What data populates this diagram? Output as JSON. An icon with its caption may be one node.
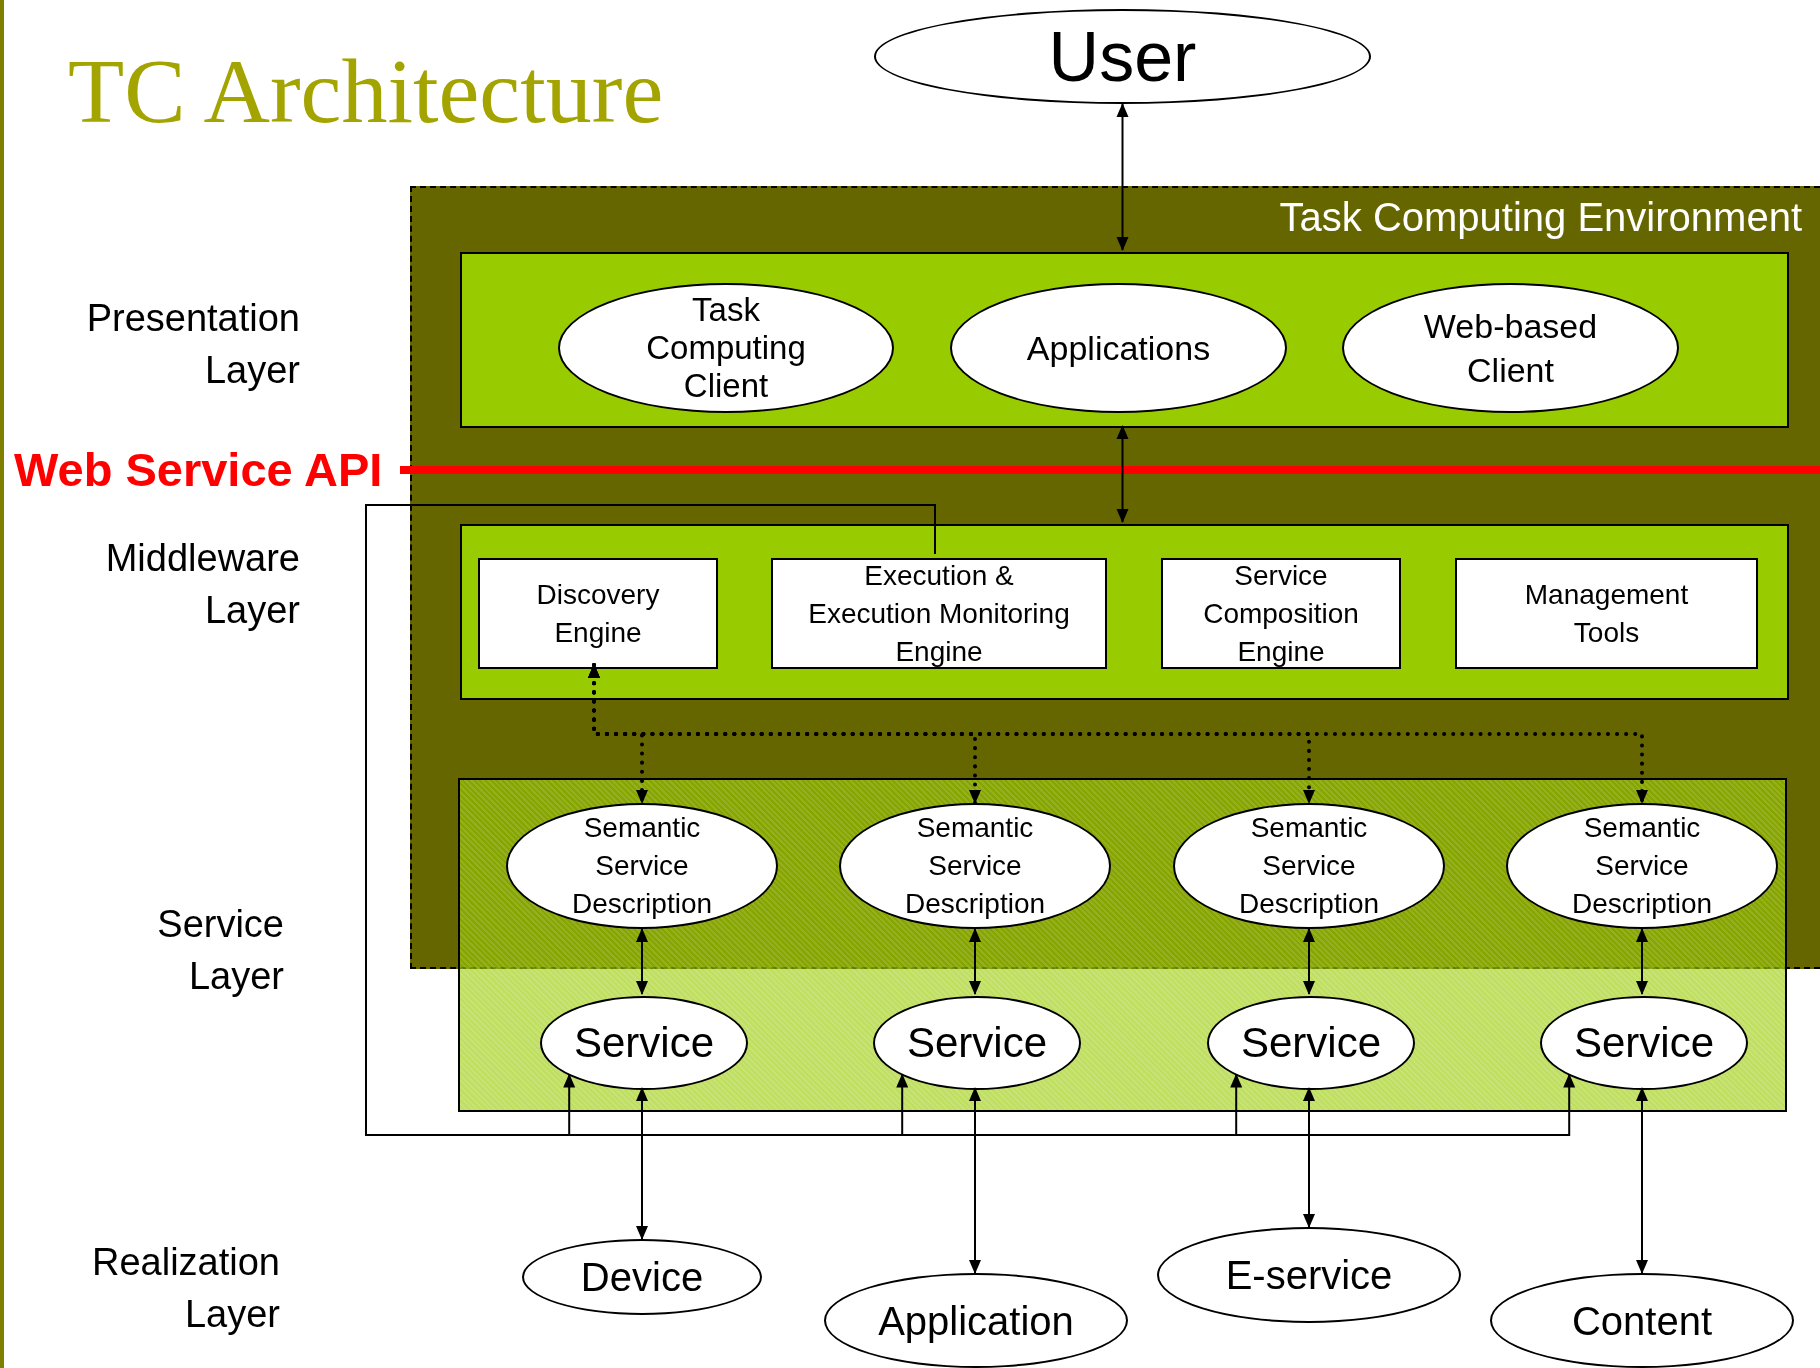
{
  "diagram": {
    "title": "TC Architecture",
    "nodes": [
      {
        "text": [
          "User"
        ]
      },
      {
        "text": [
          "Task Computing Environment"
        ]
      },
      {
        "text": [],
        "shape": "box",
        "in": 1
      },
      {
        "text": [
          "Task Computing Client"
        ],
        "in": 2
      },
      {
        "text": [
          "Applications"
        ],
        "in": 2
      },
      {
        "text": [
          "Web-based Client"
        ],
        "in": 2
      },
      {
        "text": [],
        "shape": "box",
        "in": 1
      },
      {
        "text": [
          "Discovery Engine"
        ],
        "in": 6
      },
      {
        "text": [
          "Execution & Execution Monitoring Engine"
        ],
        "in": 6
      },
      {
        "text": [
          "Service Composition Engine"
        ],
        "in": 6
      },
      {
        "text": [
          "Management Tools"
        ],
        "in": 6
      },
      {
        "text": [],
        "shape": "box"
      },
      {
        "text": [
          "Semantic Service Description"
        ]
      },
      {
        "text": [
          "Semantic Service Description"
        ]
      },
      {
        "text": [
          "Semantic Service Description"
        ]
      },
      {
        "text": [
          "Semantic Service Description"
        ]
      },
      {
        "text": [
          "Service"
        ],
        "in": 11
      },
      {
        "text": [
          "Service"
        ],
        "in": 11
      },
      {
        "text": [
          "Service"
        ],
        "in": 11
      },
      {
        "text": [
          "Service"
        ],
        "in": 11
      },
      {
        "text": [
          "Device"
        ]
      },
      {
        "text": [
          "Application"
        ]
      },
      {
        "text": [
          "E-service"
        ]
      },
      {
        "text": [
          "Content"
        ]
      }
    ],
    "edges": [
      {
        "from": 0,
        "to": 2,
        "arrow": "both"
      },
      {
        "from": 2,
        "to": 6,
        "arrow": "both"
      },
      {
        "from": 7,
        "to": 12,
        "arrow": "both",
        "style": "dashed"
      },
      {
        "from": 7,
        "to": 13,
        "arrow": "both",
        "style": "dashed"
      },
      {
        "from": 7,
        "to": 14,
        "arrow": "both",
        "style": "dashed"
      },
      {
        "from": 7,
        "to": 15,
        "arrow": "both",
        "style": "dashed"
      },
      {
        "from": 12,
        "to": 16,
        "arrow": "both"
      },
      {
        "from": 13,
        "to": 17,
        "arrow": "both"
      },
      {
        "from": 14,
        "to": 18,
        "arrow": "both"
      },
      {
        "from": 15,
        "to": 19,
        "arrow": "both"
      },
      {
        "from": 16,
        "to": 20,
        "arrow": "both"
      },
      {
        "from": 17,
        "to": 21,
        "arrow": "both"
      },
      {
        "from": 18,
        "to": 22,
        "arrow": "both"
      },
      {
        "from": 19,
        "to": 23,
        "arrow": "both"
      },
      {
        "from": 8,
        "to": 16,
        "arrow": "to"
      },
      {
        "from": 8,
        "to": 17,
        "arrow": "to"
      },
      {
        "from": 8,
        "to": 18,
        "arrow": "to"
      },
      {
        "from": 8,
        "to": 19,
        "arrow": "to"
      }
    ],
    "labels": [
      "Presentation Layer",
      "Web Service API",
      "Middleware Layer",
      "Service Layer",
      "Realization Layer"
    ]
  }
}
